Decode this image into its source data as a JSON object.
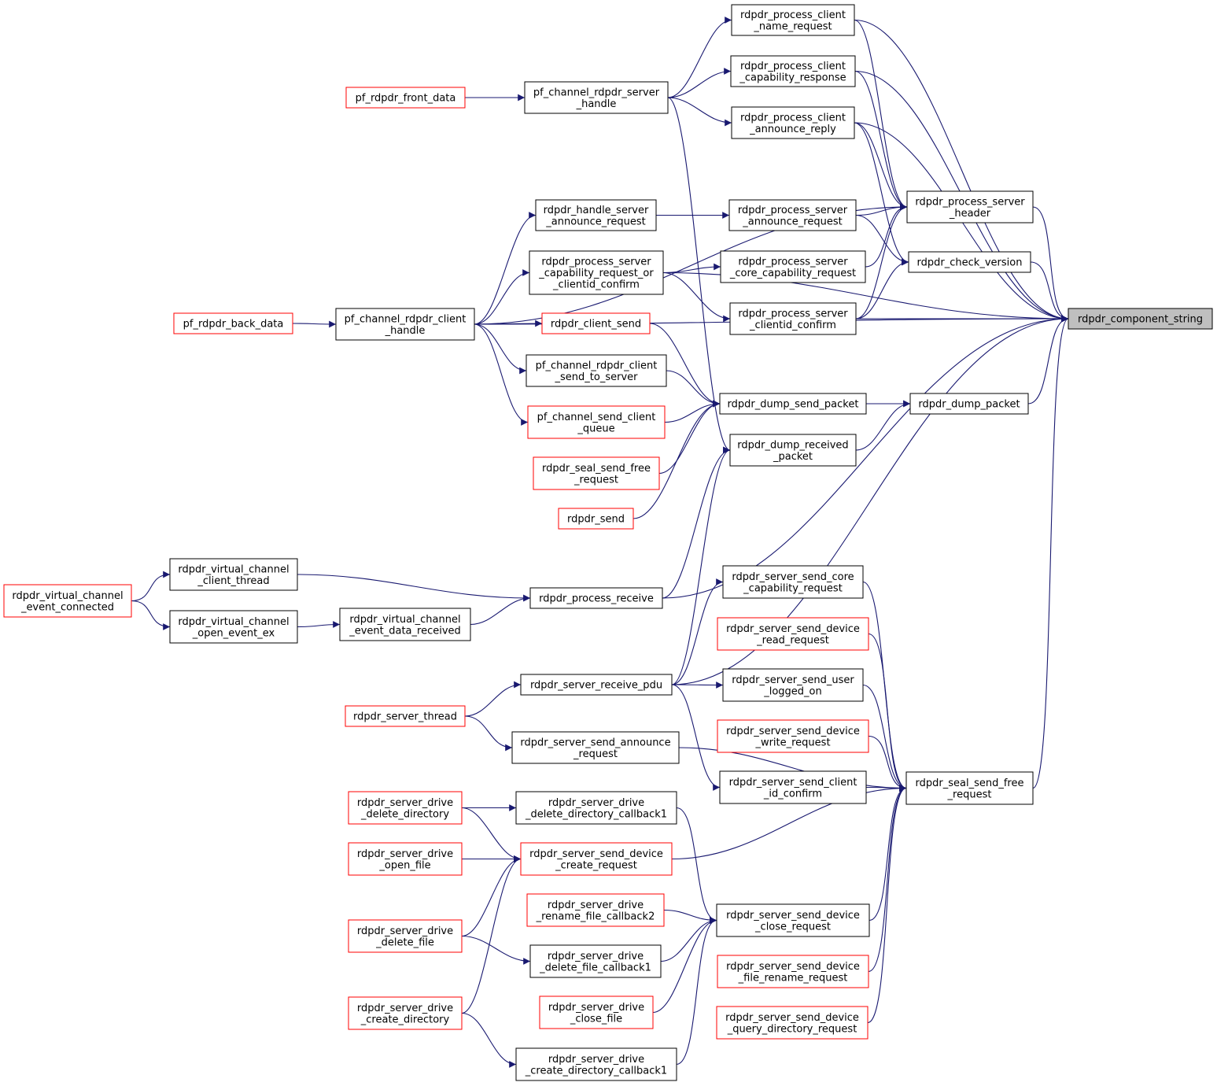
{
  "target": "rdpdr_component_string",
  "colors": {
    "edge": "#191970",
    "normal_border": "#000000",
    "red_border": "#ff0000",
    "highlight_fill": "#bfbfbf"
  },
  "nodes": {
    "target": {
      "lines": [
        "rdpdr_component_string"
      ],
      "style": "highlight"
    },
    "pcnr": {
      "lines": [
        "rdpdr_process_client",
        "_name_request"
      ],
      "style": "normal"
    },
    "pccr": {
      "lines": [
        "rdpdr_process_client",
        "_capability_response"
      ],
      "style": "normal"
    },
    "pcar": {
      "lines": [
        "rdpdr_process_client",
        "_announce_reply"
      ],
      "style": "normal"
    },
    "frontdata": {
      "lines": [
        "pf_rdpdr_front_data"
      ],
      "style": "red"
    },
    "srvhandle": {
      "lines": [
        "pf_channel_rdpdr_server",
        "_handle"
      ],
      "style": "normal"
    },
    "psh": {
      "lines": [
        "rdpdr_process_server",
        "_header"
      ],
      "style": "normal"
    },
    "checkver": {
      "lines": [
        "rdpdr_check_version"
      ],
      "style": "normal"
    },
    "hsar": {
      "lines": [
        "rdpdr_handle_server",
        "_announce_request"
      ],
      "style": "normal"
    },
    "psar": {
      "lines": [
        "rdpdr_process_server",
        "_announce_request"
      ],
      "style": "normal"
    },
    "pscrc": {
      "lines": [
        "rdpdr_process_server",
        "_capability_request_or",
        "_clientid_confirm"
      ],
      "style": "normal"
    },
    "psccr": {
      "lines": [
        "rdpdr_process_server",
        "_core_capability_request"
      ],
      "style": "normal"
    },
    "pscc": {
      "lines": [
        "rdpdr_process_server",
        "_clientid_confirm"
      ],
      "style": "normal"
    },
    "backdata": {
      "lines": [
        "pf_rdpdr_back_data"
      ],
      "style": "red"
    },
    "clihandle": {
      "lines": [
        "pf_channel_rdpdr_client",
        "_handle"
      ],
      "style": "normal"
    },
    "clientsend": {
      "lines": [
        "rdpdr_client_send"
      ],
      "style": "red"
    },
    "cst": {
      "lines": [
        "pf_channel_rdpdr_client",
        "_send_to_server"
      ],
      "style": "normal"
    },
    "scq": {
      "lines": [
        "pf_channel_send_client",
        "_queue"
      ],
      "style": "red"
    },
    "dsp": {
      "lines": [
        "rdpdr_dump_send_packet"
      ],
      "style": "normal"
    },
    "dumppacket": {
      "lines": [
        "rdpdr_dump_packet"
      ],
      "style": "normal"
    },
    "drp": {
      "lines": [
        "rdpdr_dump_received",
        "_packet"
      ],
      "style": "normal"
    },
    "ssfr_left": {
      "lines": [
        "rdpdr_seal_send_free",
        "_request"
      ],
      "style": "red"
    },
    "send": {
      "lines": [
        "rdpdr_send"
      ],
      "style": "red"
    },
    "vcct": {
      "lines": [
        "rdpdr_virtual_channel",
        "_client_thread"
      ],
      "style": "normal"
    },
    "vcec": {
      "lines": [
        "rdpdr_virtual_channel",
        "_event_connected"
      ],
      "style": "red"
    },
    "vcoee": {
      "lines": [
        "rdpdr_virtual_channel",
        "_open_event_ex"
      ],
      "style": "normal"
    },
    "vcedr": {
      "lines": [
        "rdpdr_virtual_channel",
        "_event_data_received"
      ],
      "style": "normal"
    },
    "procrecv": {
      "lines": [
        "rdpdr_process_receive"
      ],
      "style": "normal"
    },
    "sscore": {
      "lines": [
        "rdpdr_server_send_core",
        "_capability_request"
      ],
      "style": "normal"
    },
    "ssdread": {
      "lines": [
        "rdpdr_server_send_device",
        "_read_request"
      ],
      "style": "red"
    },
    "srpdu": {
      "lines": [
        "rdpdr_server_receive_pdu"
      ],
      "style": "normal"
    },
    "ssulo": {
      "lines": [
        "rdpdr_server_send_user",
        "_logged_on"
      ],
      "style": "normal"
    },
    "srvthread": {
      "lines": [
        "rdpdr_server_thread"
      ],
      "style": "red"
    },
    "ssdwrite": {
      "lines": [
        "rdpdr_server_send_device",
        "_write_request"
      ],
      "style": "red"
    },
    "ssann": {
      "lines": [
        "rdpdr_server_send_announce",
        "_request"
      ],
      "style": "normal"
    },
    "ssfr_right": {
      "lines": [
        "rdpdr_seal_send_free",
        "_request"
      ],
      "style": "normal"
    },
    "sscid": {
      "lines": [
        "rdpdr_server_send_client",
        "_id_confirm"
      ],
      "style": "normal"
    },
    "sddd": {
      "lines": [
        "rdpdr_server_drive",
        "_delete_directory"
      ],
      "style": "red"
    },
    "sdddcb1": {
      "lines": [
        "rdpdr_server_drive",
        "_delete_directory_callback1"
      ],
      "style": "normal"
    },
    "sdof": {
      "lines": [
        "rdpdr_server_drive",
        "_open_file"
      ],
      "style": "red"
    },
    "ssdcreate": {
      "lines": [
        "rdpdr_server_send_device",
        "_create_request"
      ],
      "style": "red"
    },
    "sdrfcb2": {
      "lines": [
        "rdpdr_server_drive",
        "_rename_file_callback2"
      ],
      "style": "red"
    },
    "ssdclose": {
      "lines": [
        "rdpdr_server_send_device",
        "_close_request"
      ],
      "style": "normal"
    },
    "sddf": {
      "lines": [
        "rdpdr_server_drive",
        "_delete_file"
      ],
      "style": "red"
    },
    "sddfcb1": {
      "lines": [
        "rdpdr_server_drive",
        "_delete_file_callback1"
      ],
      "style": "normal"
    },
    "ssdfren": {
      "lines": [
        "rdpdr_server_send_device",
        "_file_rename_request"
      ],
      "style": "red"
    },
    "sdcd": {
      "lines": [
        "rdpdr_server_drive",
        "_create_directory"
      ],
      "style": "red"
    },
    "sdcf": {
      "lines": [
        "rdpdr_server_drive",
        "_close_file"
      ],
      "style": "red"
    },
    "ssdqd": {
      "lines": [
        "rdpdr_server_send_device",
        "_query_directory_request"
      ],
      "style": "red"
    },
    "sdcdcb1": {
      "lines": [
        "rdpdr_server_drive",
        "_create_directory_callback1"
      ],
      "style": "normal"
    }
  },
  "edges": [
    [
      "pcnr",
      "target"
    ],
    [
      "pccr",
      "target"
    ],
    [
      "pcar",
      "target"
    ],
    [
      "psh",
      "target"
    ],
    [
      "checkver",
      "target"
    ],
    [
      "pscc",
      "target"
    ],
    [
      "pscrc",
      "target"
    ],
    [
      "dumppacket",
      "target"
    ],
    [
      "procrecv",
      "target"
    ],
    [
      "srpdu",
      "target"
    ],
    [
      "ssfr_right",
      "target"
    ],
    [
      "clihandle",
      "target"
    ],
    [
      "frontdata",
      "srvhandle"
    ],
    [
      "srvhandle",
      "pcnr"
    ],
    [
      "srvhandle",
      "pccr"
    ],
    [
      "srvhandle",
      "pcar"
    ],
    [
      "srvhandle",
      "drp"
    ],
    [
      "pcnr",
      "psh"
    ],
    [
      "pccr",
      "psh"
    ],
    [
      "pcar",
      "psh"
    ],
    [
      "psar",
      "psh"
    ],
    [
      "psccr",
      "psh"
    ],
    [
      "pscc",
      "psh"
    ],
    [
      "clihandle",
      "psh"
    ],
    [
      "pcar",
      "checkver"
    ],
    [
      "psar",
      "checkver"
    ],
    [
      "pscc",
      "checkver"
    ],
    [
      "hsar",
      "psar"
    ],
    [
      "pscrc",
      "psccr"
    ],
    [
      "pscrc",
      "pscc"
    ],
    [
      "backdata",
      "clihandle"
    ],
    [
      "clihandle",
      "hsar"
    ],
    [
      "clihandle",
      "pscrc"
    ],
    [
      "clihandle",
      "clientsend"
    ],
    [
      "clihandle",
      "cst"
    ],
    [
      "clihandle",
      "scq"
    ],
    [
      "clientsend",
      "dsp"
    ],
    [
      "cst",
      "dsp"
    ],
    [
      "scq",
      "dsp"
    ],
    [
      "ssfr_left",
      "dsp"
    ],
    [
      "send",
      "dsp"
    ],
    [
      "dsp",
      "dumppacket"
    ],
    [
      "drp",
      "dumppacket"
    ],
    [
      "procrecv",
      "drp"
    ],
    [
      "srpdu",
      "drp"
    ],
    [
      "vcec",
      "vcct"
    ],
    [
      "vcec",
      "vcoee"
    ],
    [
      "vcct",
      "procrecv"
    ],
    [
      "vcoee",
      "vcedr"
    ],
    [
      "vcedr",
      "procrecv"
    ],
    [
      "srvthread",
      "srpdu"
    ],
    [
      "srvthread",
      "ssann"
    ],
    [
      "srpdu",
      "sscore"
    ],
    [
      "srpdu",
      "ssulo"
    ],
    [
      "srpdu",
      "sscid"
    ],
    [
      "sscore",
      "ssfr_right"
    ],
    [
      "ssdread",
      "ssfr_right"
    ],
    [
      "ssulo",
      "ssfr_right"
    ],
    [
      "ssdwrite",
      "ssfr_right"
    ],
    [
      "sscid",
      "ssfr_right"
    ],
    [
      "ssann",
      "ssfr_right"
    ],
    [
      "ssdcreate",
      "ssfr_right"
    ],
    [
      "ssdclose",
      "ssfr_right"
    ],
    [
      "ssdfren",
      "ssfr_right"
    ],
    [
      "ssdqd",
      "ssfr_right"
    ],
    [
      "sddd",
      "sdddcb1"
    ],
    [
      "sddd",
      "ssdcreate"
    ],
    [
      "sdof",
      "ssdcreate"
    ],
    [
      "sddf",
      "ssdcreate"
    ],
    [
      "sddf",
      "sddfcb1"
    ],
    [
      "sdcd",
      "ssdcreate"
    ],
    [
      "sdcd",
      "sdcdcb1"
    ],
    [
      "sdddcb1",
      "ssdclose"
    ],
    [
      "sdrfcb2",
      "ssdclose"
    ],
    [
      "sddfcb1",
      "ssdclose"
    ],
    [
      "sdcf",
      "ssdclose"
    ],
    [
      "sdcdcb1",
      "ssdclose"
    ]
  ]
}
